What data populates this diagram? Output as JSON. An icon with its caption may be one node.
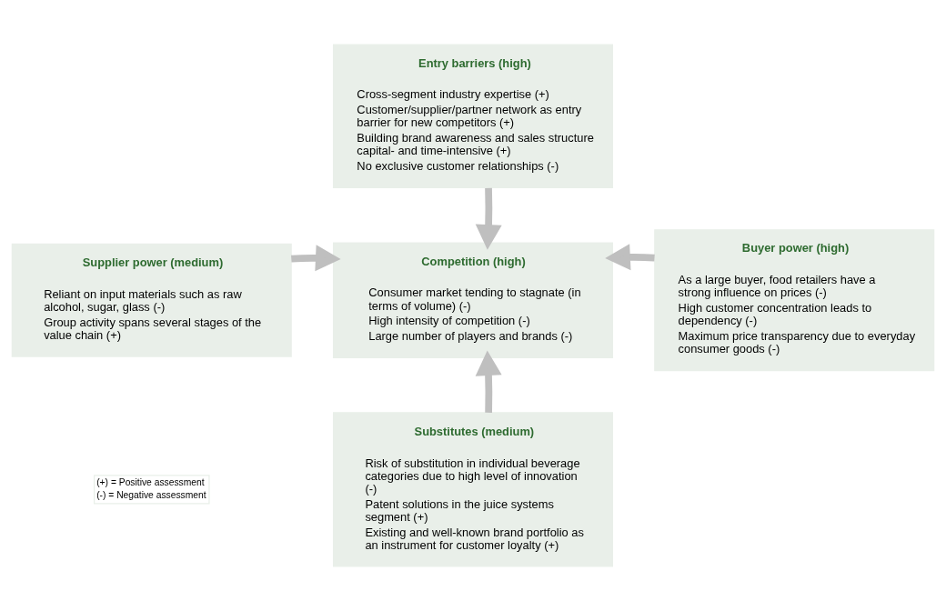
{
  "diagram": {
    "nodes": [
      {
        "text": [
          "Entry barriers (high)",
          "Cross-segment industry expertise (+)",
          "Customer/supplier/partner network as entry barrier for new competitors (+)",
          "Building brand awareness and sales structure capital- and time-intensive (+)",
          "No exclusive customer relationships (-)"
        ]
      },
      {
        "text": [
          "Supplier power (medium)",
          "Reliant on input materials such as raw alcohol, sugar, glass (-)",
          "Group activity spans several stages of the value chain (+)"
        ]
      },
      {
        "text": [
          "Competition (high)",
          "Consumer market tending to stagnate (in terms of volume) (-)",
          "High intensity of competition (-)",
          "Large number of players and brands (-)"
        ]
      },
      {
        "text": [
          "Buyer power (high)",
          "As a large buyer, food retailers have a strong influence on prices (-)",
          "High customer concentration leads to dependency (-)",
          "Maximum price transparency due to everyday consumer goods (-)"
        ]
      },
      {
        "text": [
          "Substitutes (medium)",
          "Risk of substitution in individual beverage categories due to high level of innovation (-)",
          "Patent solutions in the juice systems segment (+)",
          "Existing and well-known brand portfolio as an instrument for customer loyalty (+)"
        ]
      }
    ],
    "edges": [
      {
        "from": 0,
        "to": 2,
        "arrow": "to"
      },
      {
        "from": 1,
        "to": 2,
        "arrow": "to"
      },
      {
        "from": 3,
        "to": 2,
        "arrow": "to"
      },
      {
        "from": 4,
        "to": 2,
        "arrow": "to"
      }
    ],
    "labels": [
      "(+) = Positive assessment",
      "(-) = Negative assessment"
    ]
  }
}
